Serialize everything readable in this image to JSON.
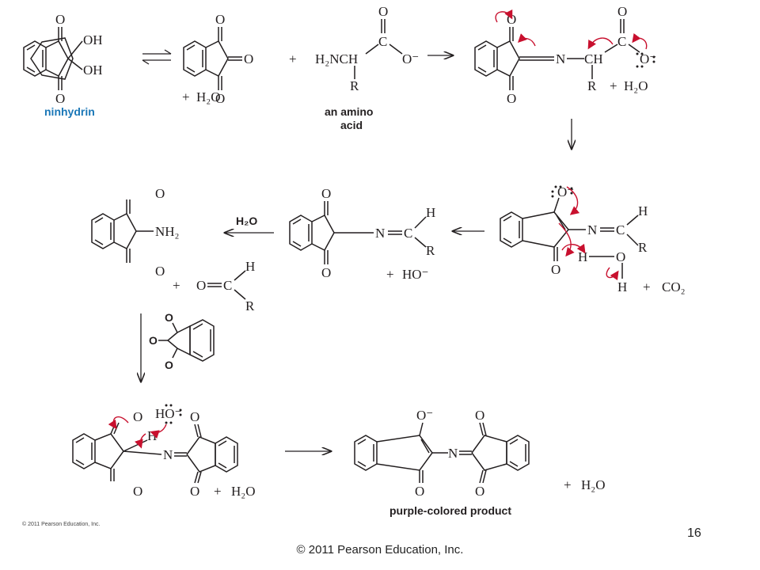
{
  "caption": {
    "ninhydrin": "ninhydrin",
    "amino_acid_line1": "an amino",
    "amino_acid_line2": "acid",
    "product": "purple-colored product",
    "small_copyright": "© 2011 Pearson Education, Inc."
  },
  "reagent_h2o": "H₂O",
  "atoms": {
    "O": "O",
    "OH": "OH",
    "H": "H",
    "R": "R",
    "N": "N",
    "C": "C",
    "NH2": "NH₂",
    "H2NCH": "H₂NCH",
    "CH": "CH",
    "O_minus": "O⁻",
    "HO_minus": "HO⁻",
    "plus": "+",
    "H2O": "H₂O",
    "CO2": "CO₂"
  },
  "footer": {
    "copyright": "© 2011 Pearson Education, Inc.",
    "page_number": "16"
  }
}
